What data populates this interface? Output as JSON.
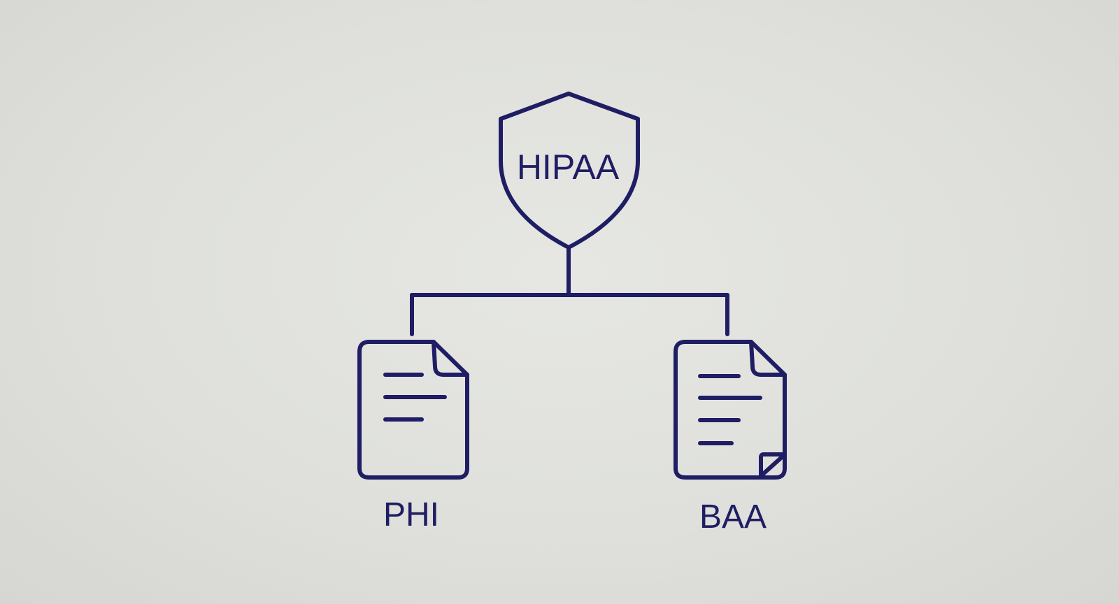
{
  "diagram": {
    "root": {
      "label": "HIPAA",
      "icon": "shield-icon"
    },
    "children": [
      {
        "label": "PHI",
        "icon": "document-icon"
      },
      {
        "label": "BAA",
        "icon": "signed-document-icon"
      }
    ]
  },
  "colors": {
    "ink": "#1f1d63",
    "background": "#e2e3df"
  }
}
